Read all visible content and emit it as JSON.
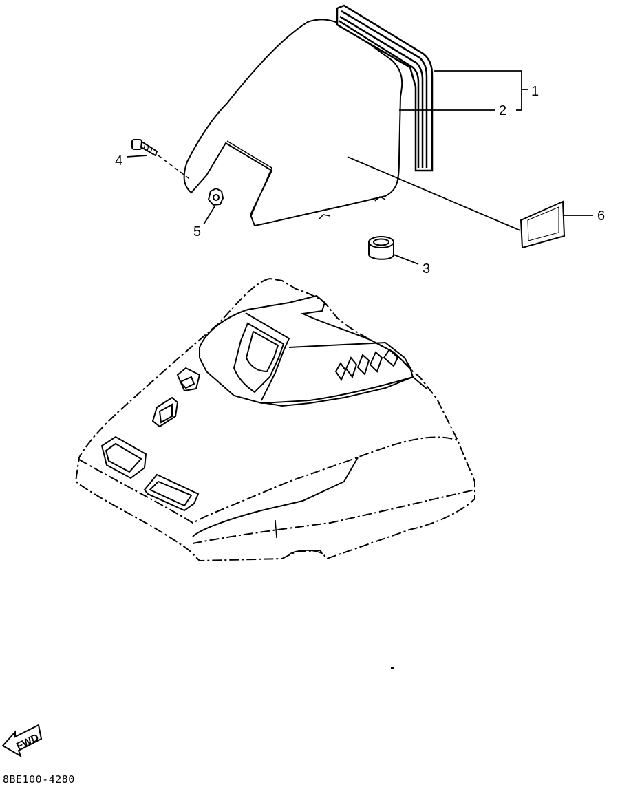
{
  "callouts": {
    "c1": "1",
    "c2": "2",
    "c3": "3",
    "c4": "4",
    "c5": "5",
    "c6": "6"
  },
  "fwd_label": "FWD",
  "diagram_code": "8BE100-4280"
}
